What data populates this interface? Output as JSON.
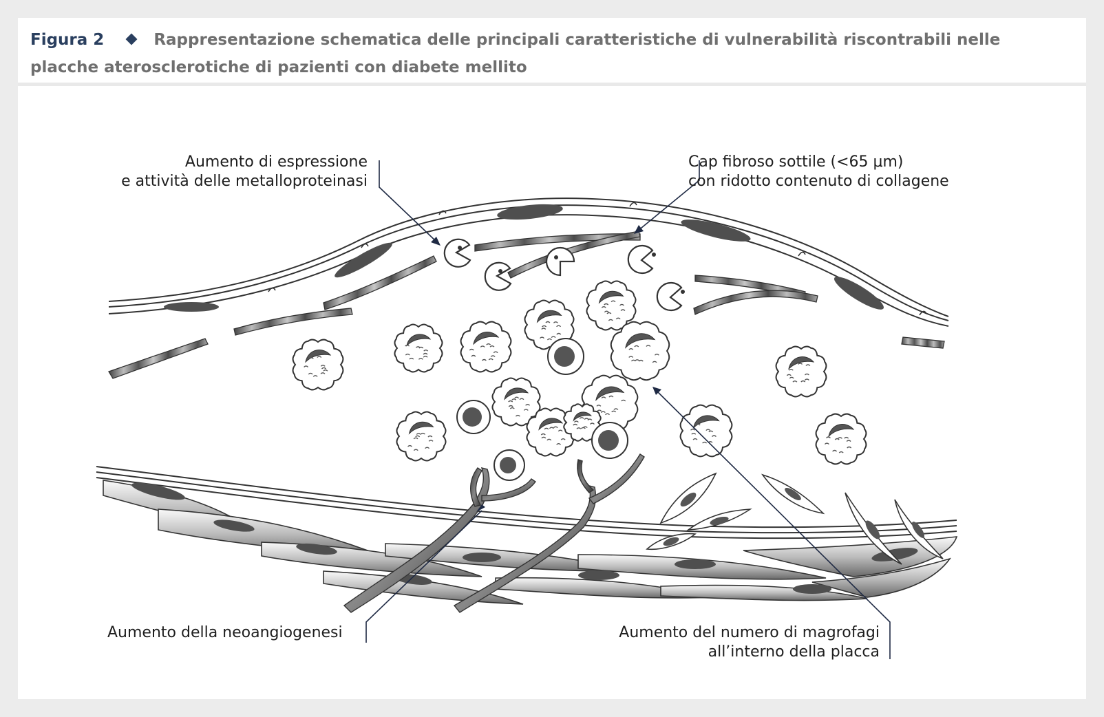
{
  "caption": {
    "figure_label": "Figura 2",
    "marker": "diamond-icon",
    "text": "Rappresentazione schematica delle principali caratteristiche di vulnerabilità riscontrabili nelle placche aterosclerotiche di pazienti con diabete mellito"
  },
  "labels": {
    "metalloproteinases": [
      "Aumento di espressione",
      "e attività delle metalloproteinasi"
    ],
    "fibrous_cap": [
      "Cap fibroso sottile (<65 μm)",
      "con ridotto contenuto di collagene"
    ],
    "neoangiogenesis": [
      "Aumento della neoangiogenesi"
    ],
    "macrophages": [
      "Aumento del numero di magrofagi",
      "all’interno della placca"
    ]
  },
  "colors": {
    "accent": "#2a3f5f",
    "caption_text": "#6f6f6f",
    "leader_line": "#1f2a44",
    "cell_dark": "#555555"
  }
}
